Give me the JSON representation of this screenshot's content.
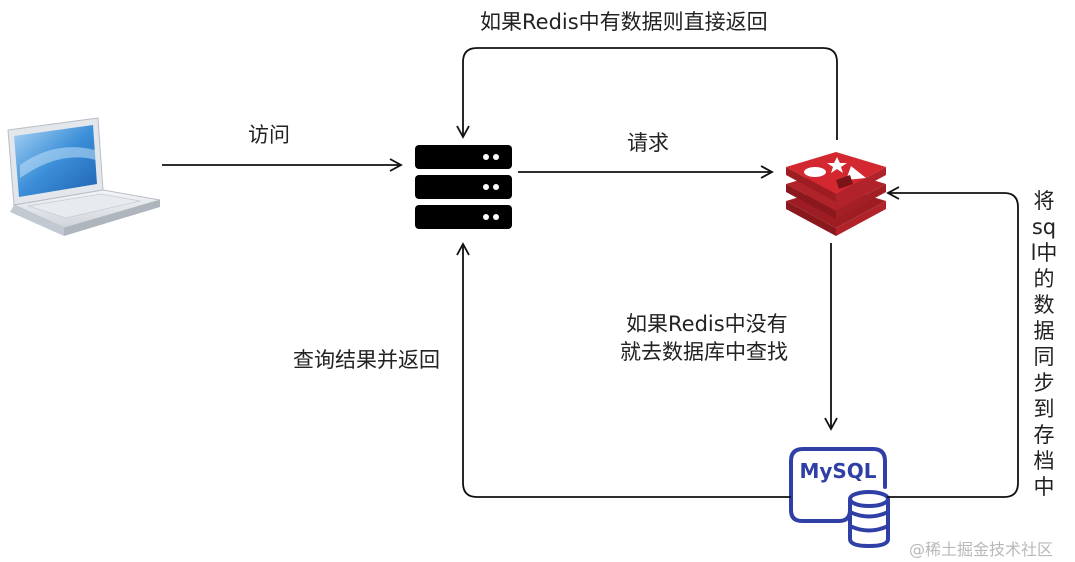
{
  "labels": {
    "visit": "访问",
    "request": "请求",
    "return_if_cached": "如果Redis中有数据则直接返回",
    "query_and_return": "查询结果并返回",
    "miss_line1": "如果Redis中没有",
    "miss_line2": "就去数据库中查找",
    "sync_vertical": "将sql中的数据同步到存档中"
  },
  "mysql_logo_text": "MySQL",
  "watermark": "@稀土掘金技术社区",
  "colors": {
    "line": "#111111",
    "redis_red": "#c8262b",
    "redis_dark": "#9e1d22",
    "mysql_blue": "#2f3fa5",
    "laptop_blue": "#3c8fd8"
  },
  "icons": [
    "laptop-icon",
    "server-icon",
    "redis-icon",
    "mysql-icon"
  ]
}
